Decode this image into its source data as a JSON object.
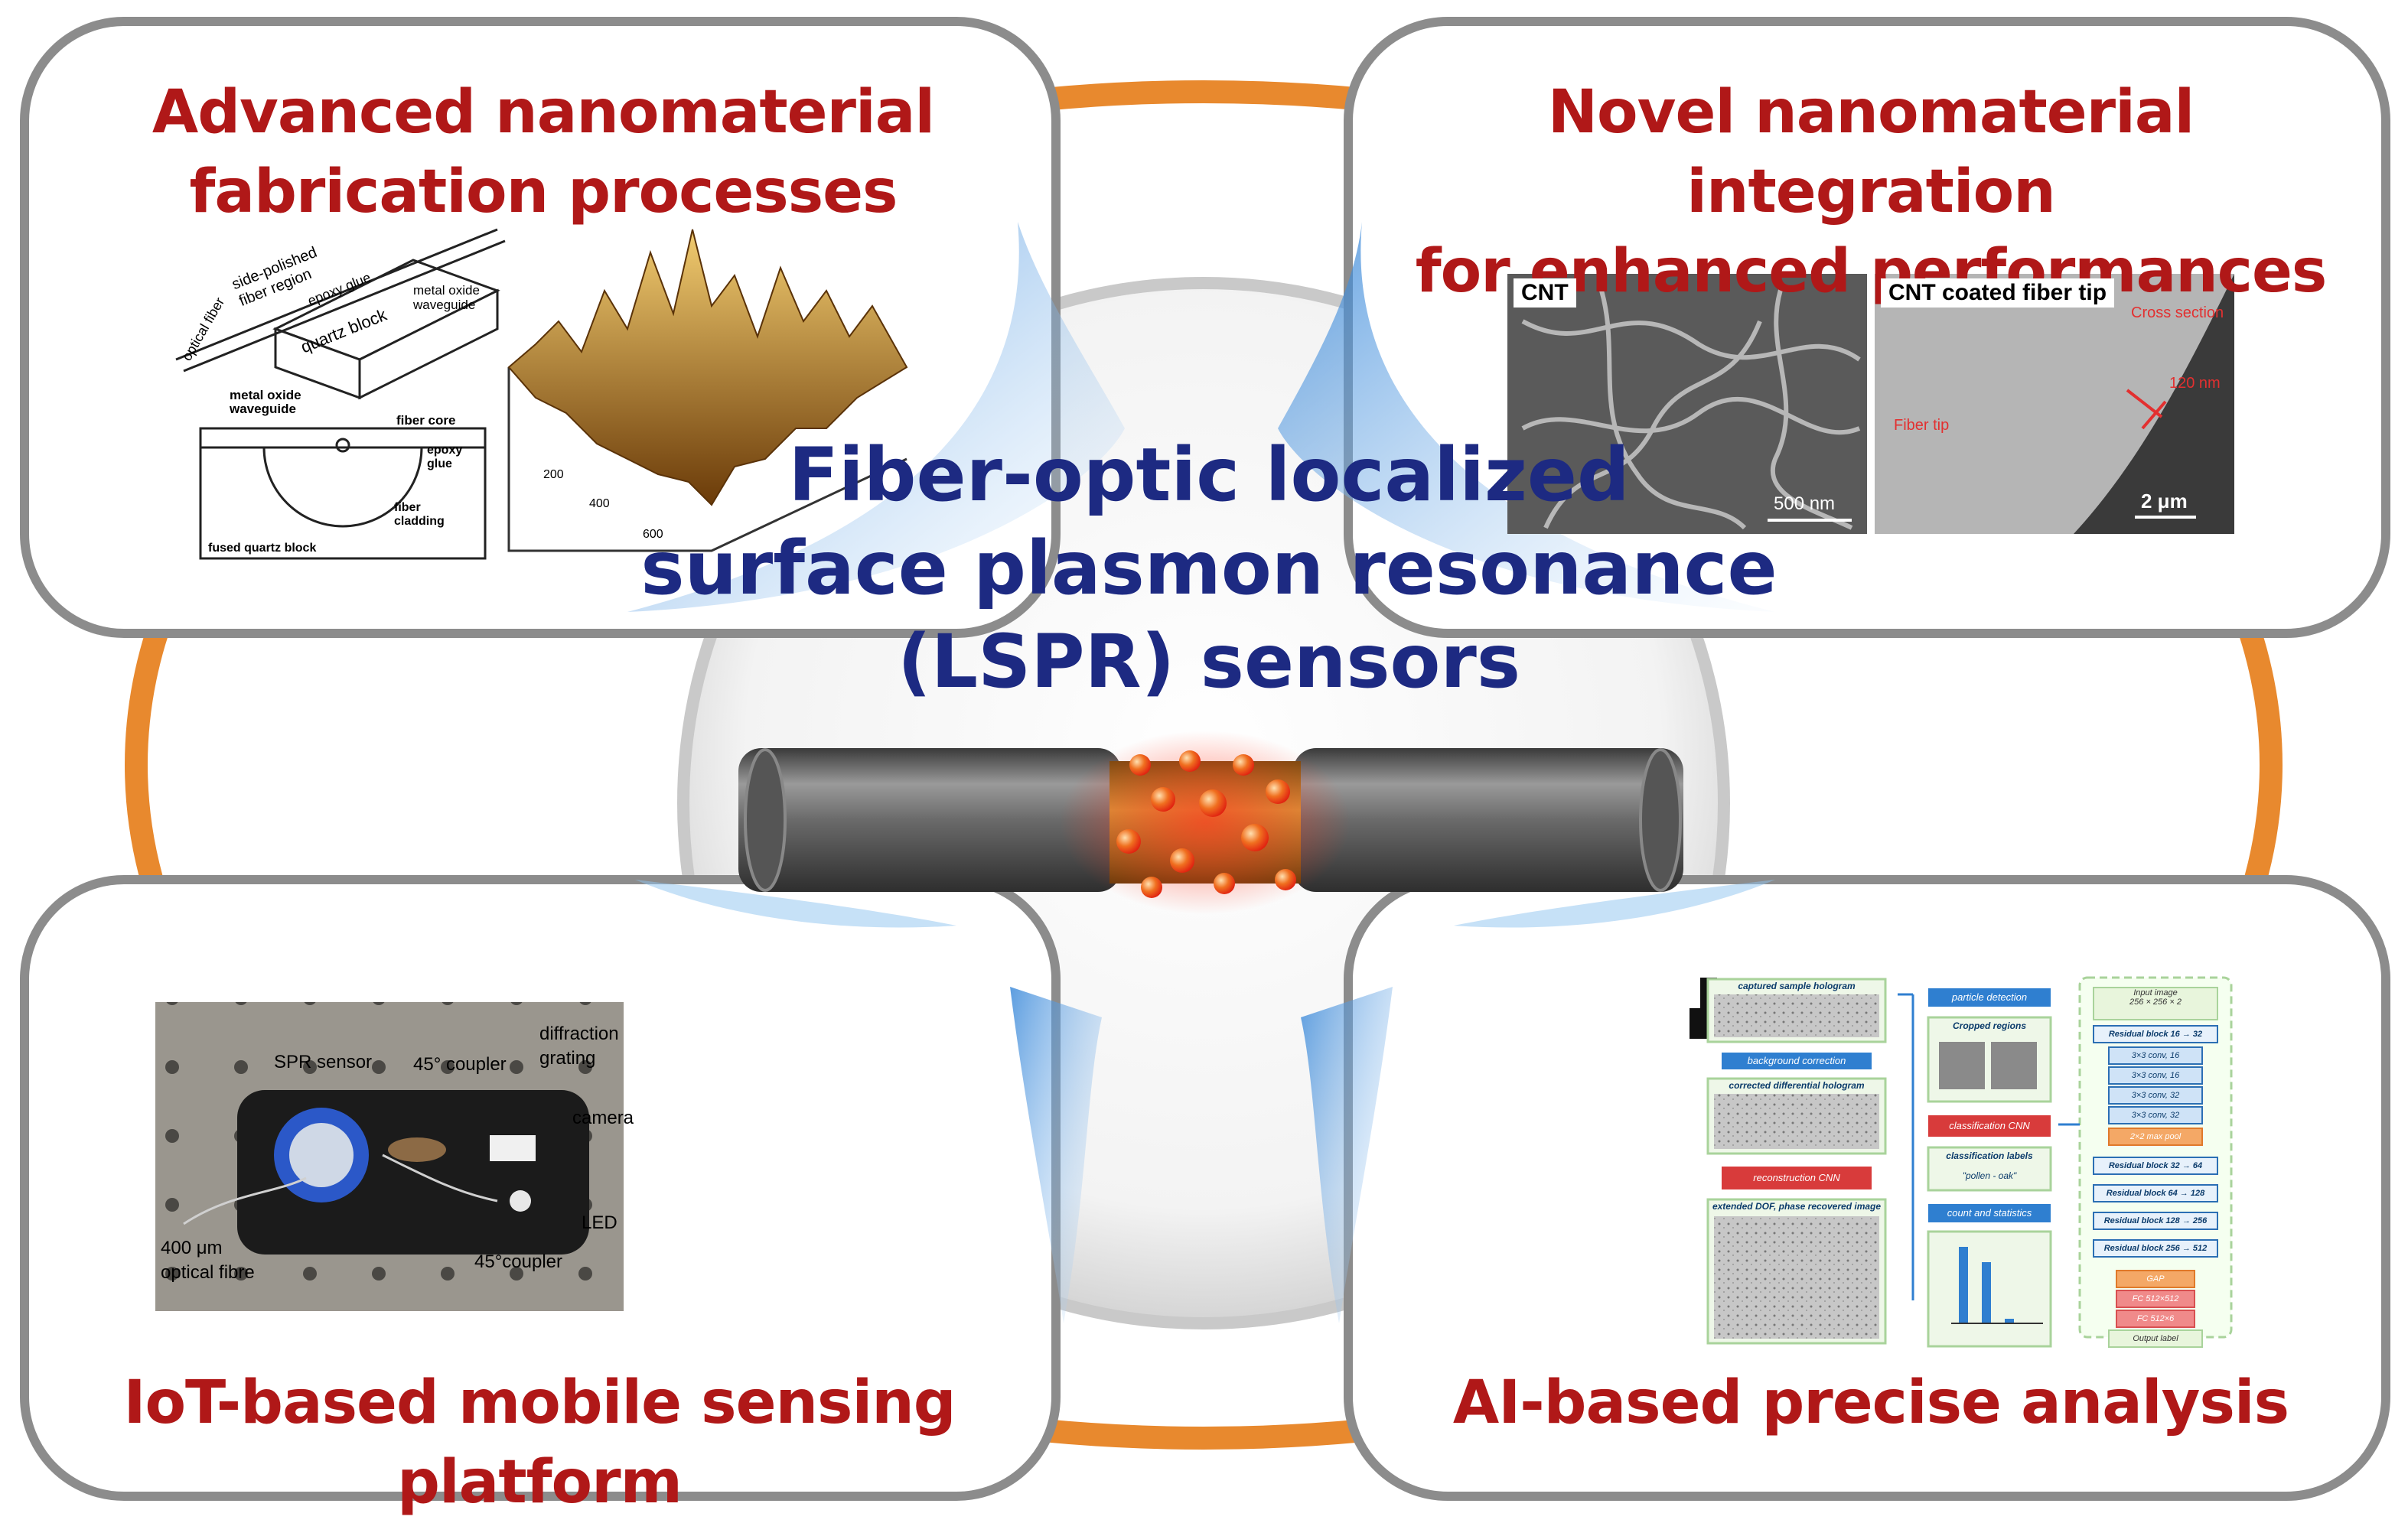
{
  "panels": {
    "top_left": {
      "title_line1": "Advanced nanomaterial",
      "title_line2": "fabrication processes",
      "schematic_labels": {
        "side_polished": "side-polished",
        "fiber_region": "fiber region",
        "epoxy_glue_top": "epoxy glue",
        "metal_oxide_waveguide_top": "metal oxide waveguide",
        "optical_fiber": "optical fiber",
        "quartz_block": "quartz block",
        "metal_oxide_waveguide_bottom": "metal oxide waveguide",
        "fiber_core": "fiber core",
        "epoxy_glue_bottom": "epoxy glue",
        "fiber_cladding": "fiber cladding",
        "fused_quartz_block": "fused quartz block"
      },
      "afm_ticks": [
        "200",
        "400",
        "600"
      ]
    },
    "top_right": {
      "title_line1": "Novel nanomaterial integration",
      "title_line2": "for enhanced performances",
      "image_left_tag": "CNT",
      "image_left_scale": "500 nm",
      "image_right_tag": "CNT coated fiber tip",
      "image_right_scale": "2 μm",
      "image_right_annotations": [
        "Cross section",
        "120 nm",
        "Fiber tip"
      ]
    },
    "bottom_left": {
      "title": "IoT-based mobile sensing platform",
      "photo_labels": {
        "spr_sensor": "SPR sensor",
        "coupler_top": "45° coupler",
        "diffraction": "diffraction",
        "grating": "grating",
        "camera": "camera",
        "led": "LED",
        "fibre_size": "400 μm",
        "fibre": "optical fibre",
        "coupler_bottom": "45°coupler"
      }
    },
    "bottom_right": {
      "title": "AI-based precise analysis",
      "flow": {
        "captured": "captured sample hologram",
        "background": "background correction",
        "corrected": "corrected differential hologram",
        "reconstruction": "reconstruction CNN",
        "extended": "extended DOF, phase recovered image",
        "particle": "particle detection",
        "cropped": "Cropped regions",
        "classification": "classification CNN",
        "class_labels": "classification labels",
        "pollen": "\"pollen - oak\"",
        "count": "count and statistics"
      },
      "network": {
        "input": "Input image",
        "input_size": "256 × 256 × 2",
        "block1": "Residual block 16 → 32",
        "conv_rows": [
          "3×3 conv, 16",
          "3×3 conv, 16",
          "3×3 conv, 32",
          "3×3 conv, 32"
        ],
        "pool": "2×2 max pool",
        "block2": "Residual block 32 → 64",
        "block3": "Residual block 64 → 128",
        "block4": "Residual block 128 → 256",
        "block5": "Residual block 256 → 512",
        "fc_rows": [
          "GAP",
          "FC 512×512",
          "FC 512×6"
        ],
        "output": "Output label"
      }
    }
  },
  "center": {
    "title_line1": "Fiber-optic localized",
    "title_line2": "surface plasmon resonance",
    "title_line3": "(LSPR) sensors"
  },
  "colors": {
    "panel_title": "#b01818",
    "center_title": "#1d2a82",
    "ring_orange": "#e8892e",
    "panel_border": "#8c8c8c",
    "glow_blue": "#7fb5e8"
  }
}
